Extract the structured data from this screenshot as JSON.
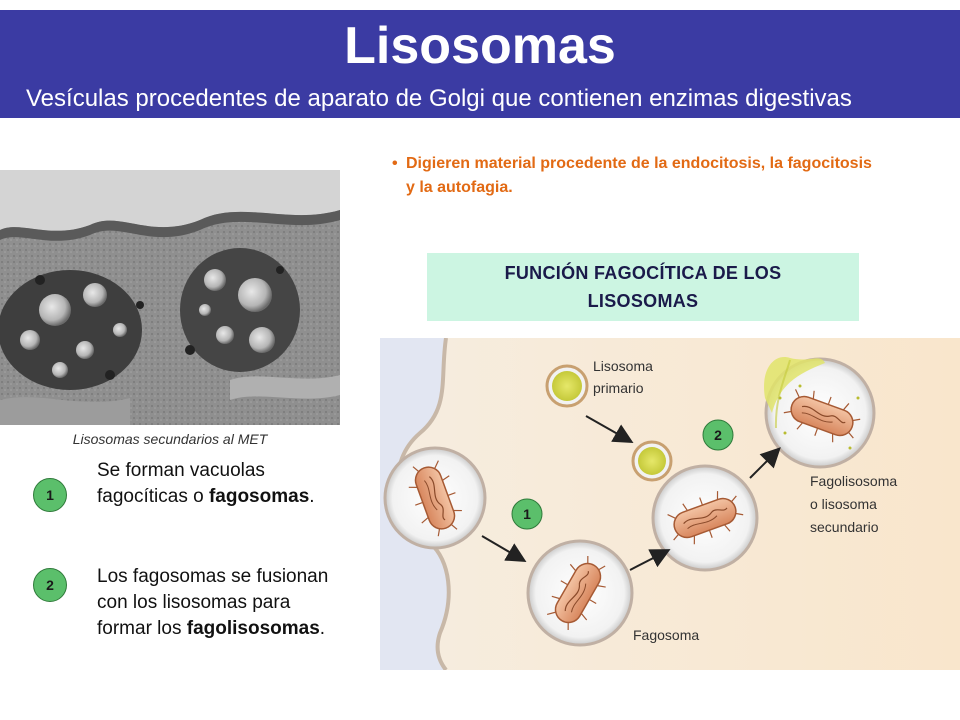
{
  "header": {
    "title": "Lisosomas",
    "subtitle": "Vesículas procedentes de aparato de Golgi que contienen enzimas digestivas"
  },
  "micrograph": {
    "caption": "Lisosomas secundarios al MET"
  },
  "bullet": {
    "marker": "•",
    "text": "Digieren material procedente de la endocitosis, la fagocitosis y la autofagia."
  },
  "function_box": {
    "line1": "FUNCIÓN FAGOCÍTICA DE LOS",
    "line2": "LISOSOMAS"
  },
  "steps": [
    {
      "number": "1",
      "text_before": "Se forman vacuolas fagocíticas o ",
      "bold": "fagosomas",
      "text_after": "."
    },
    {
      "number": "2",
      "text_before": "Los fagosomas se fusionan con los lisosomas para formar los ",
      "bold": "fagolisosomas",
      "text_after": "."
    }
  ],
  "diagram": {
    "label_lysosome_line1": "Lisosoma",
    "label_lysosome_line2": "primario",
    "label_phagosome": "Fagosoma",
    "label_fagolisosoma_line1": "Fagolisosoma",
    "label_fagolisosoma_line2": "o lisosoma",
    "label_fagolisosoma_line3": "secundario",
    "step1": "1",
    "step2": "2"
  },
  "colors": {
    "banner": "#3b3ba3",
    "bullet_text": "#e26a14",
    "function_box": "#ccf5e2",
    "step_circle": "#5bbf6b"
  }
}
